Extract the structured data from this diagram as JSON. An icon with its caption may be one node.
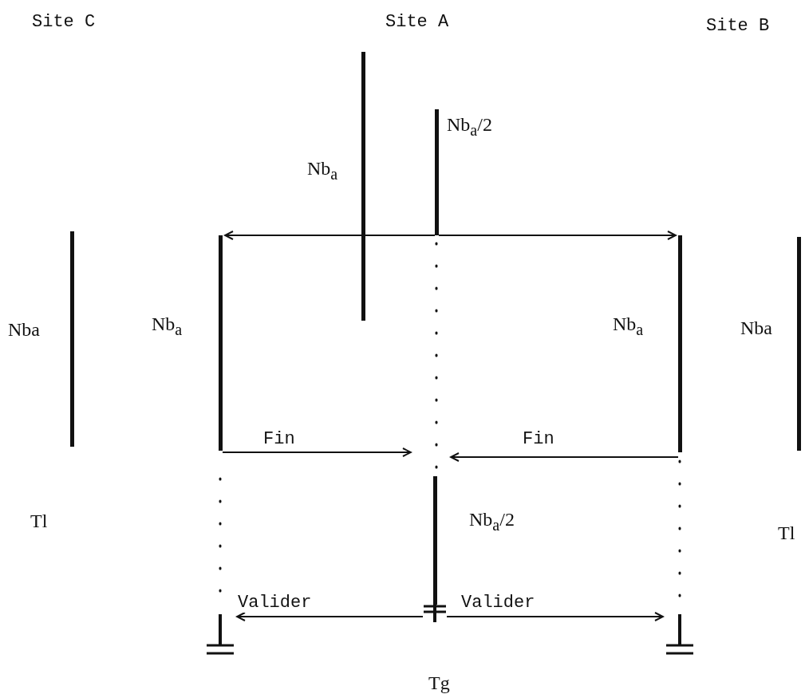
{
  "diagram": {
    "nodes": [
      {
        "text": [],
        "shape": "bar",
        "beside": [
          "Nba"
        ]
      },
      {
        "text": [],
        "shape": "bar",
        "beside": [
          "Nb$_{a}$"
        ]
      },
      {
        "text": [],
        "shape": "bar",
        "beside": [
          "Nb$_{a}$"
        ]
      },
      {
        "text": [],
        "shape": "bar",
        "beside": [
          "Nb$_{a}$/2"
        ]
      },
      {
        "text": [],
        "shape": "bar",
        "beside": [
          "Nb$_{a}$"
        ]
      },
      {
        "text": [],
        "shape": "bar",
        "beside": [
          "Nba"
        ]
      },
      {
        "text": [],
        "shape": "bar",
        "beside": [
          "Nb$_{a}$/2"
        ]
      },
      {
        "text": [],
        "shape": "ground"
      },
      {
        "text": [],
        "shape": "ground"
      },
      {
        "text": [],
        "shape": "ground"
      }
    ],
    "edges": [
      {
        "from": 3,
        "to": 1,
        "arrow": "to"
      },
      {
        "from": 3,
        "to": 4,
        "arrow": "to"
      },
      {
        "from": 1,
        "to": null,
        "arrow": "to",
        "label": "Fin"
      },
      {
        "from": 4,
        "to": null,
        "arrow": "to",
        "label": "Fin"
      },
      {
        "from": 9,
        "to": 7,
        "arrow": "to",
        "label": "Valider"
      },
      {
        "from": 9,
        "to": 8,
        "arrow": "to",
        "label": "Valider"
      }
    ],
    "labels": [
      "Site C",
      "Site A",
      "Site B",
      "Tl",
      "Tl",
      "Tg"
    ]
  }
}
